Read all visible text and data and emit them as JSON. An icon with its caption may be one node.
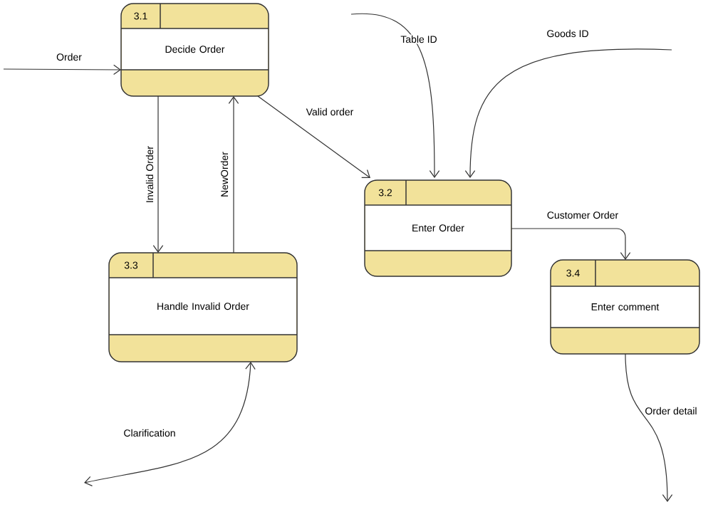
{
  "diagram": {
    "nodes": [
      {
        "text": [
          "3.1",
          "Decide Order"
        ]
      },
      {
        "text": [
          "3.2",
          "Enter Order"
        ]
      },
      {
        "text": [
          "3.3",
          "Handle Invalid Order"
        ]
      },
      {
        "text": [
          "3.4",
          "Enter comment"
        ]
      }
    ],
    "edges": [
      {
        "from": null,
        "to": 0,
        "arrow": "to",
        "label": "Order"
      },
      {
        "from": 0,
        "to": 2,
        "arrow": "to",
        "label": "Invalid Order"
      },
      {
        "from": 2,
        "to": 0,
        "arrow": "to",
        "label": "NewOrder"
      },
      {
        "from": 0,
        "to": 1,
        "arrow": "to",
        "label": "Valid order"
      },
      {
        "from": null,
        "to": 1,
        "arrow": "to",
        "label": "Table ID"
      },
      {
        "from": null,
        "to": 1,
        "arrow": "to",
        "label": "Goods ID"
      },
      {
        "from": 1,
        "to": 3,
        "arrow": "to",
        "label": "Customer Order"
      },
      {
        "from": 3,
        "to": null,
        "arrow": "to",
        "label": "Order detail"
      },
      {
        "from": 2,
        "to": null,
        "arrow": "both",
        "label": "Clarification"
      }
    ]
  }
}
